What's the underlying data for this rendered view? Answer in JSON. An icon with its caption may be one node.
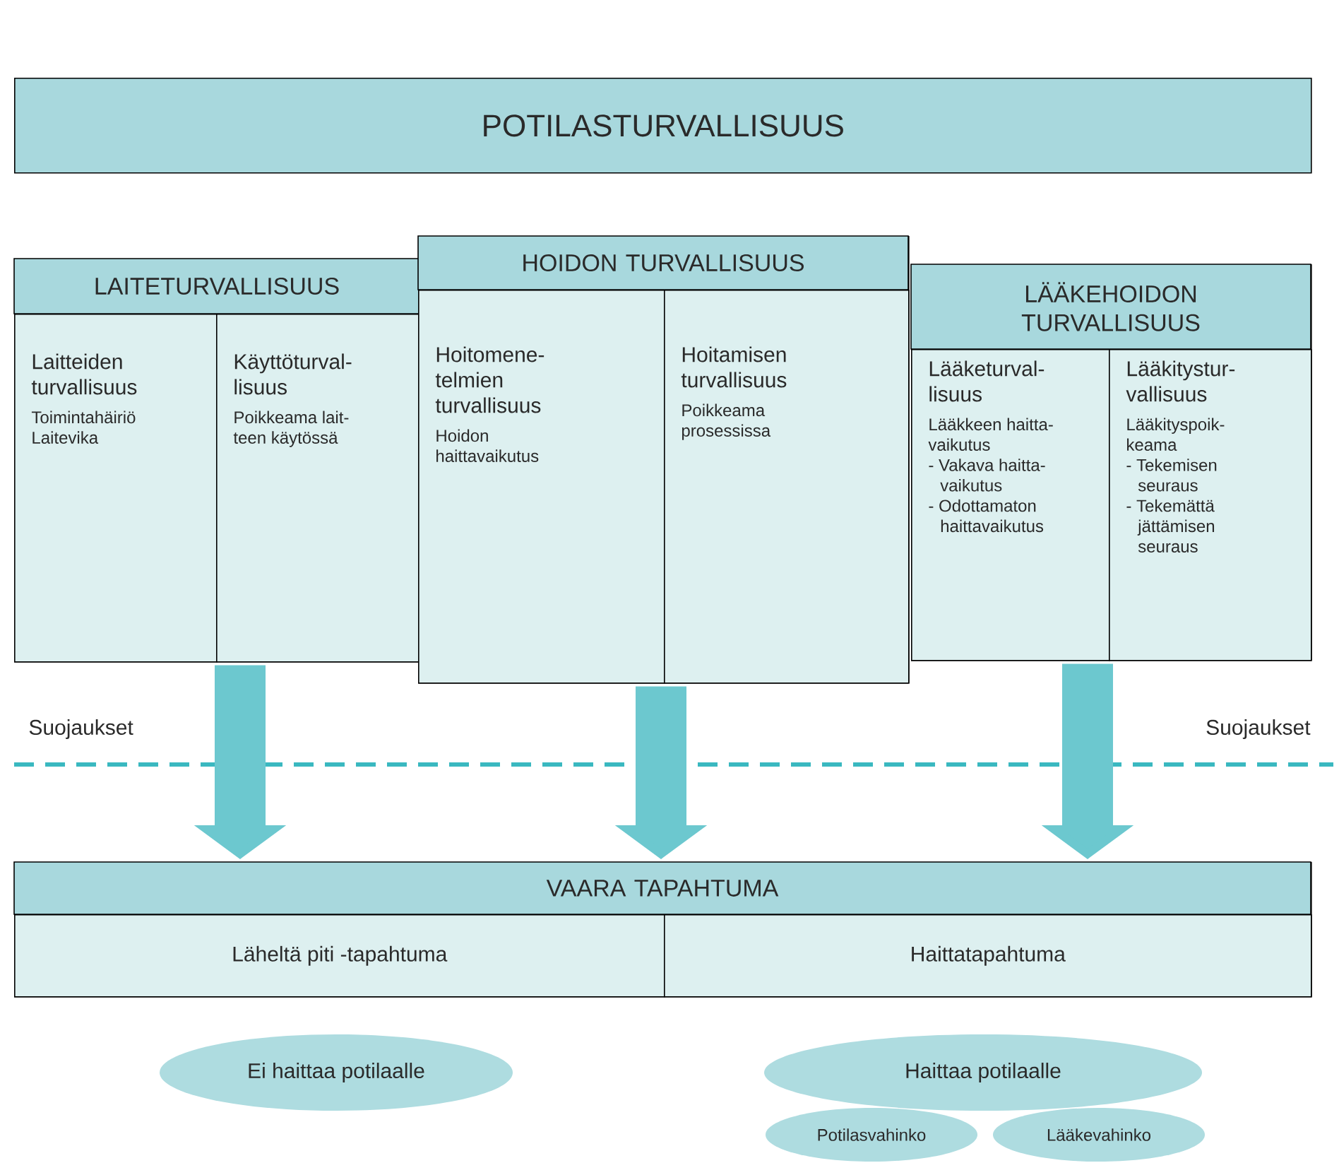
{
  "diagram": {
    "nodes": [
      {
        "text": [
          "POTILASTURVALLISUUS"
        ]
      },
      {
        "text": [
          "LAITETURVALLISUUS"
        ]
      },
      {
        "text": [
          "Laitteiden turvallisuus",
          "Toimintahäiriö Laitevika"
        ],
        "in": 1
      },
      {
        "text": [
          "Käyttöturval- lisuus",
          "Poikkeama lait- teen käytössä"
        ],
        "in": 1
      },
      {
        "text": [
          "HOIDON TURVALLISUUS"
        ]
      },
      {
        "text": [
          "Hoitomene- telmien turvallisuus",
          "Hoidon haittavaikutus"
        ],
        "in": 4
      },
      {
        "text": [
          "Hoitamisen turvallisuus",
          "Poikkeama prosessissa"
        ],
        "in": 4
      },
      {
        "text": [
          "LÄÄKEHOIDON TURVALLISUUS"
        ]
      },
      {
        "text": [
          "Lääketurval- lisuus",
          "Lääkkeen haitta- vaikutus",
          "- Vakava haitta- vaikutus",
          "- Odottamaton haittavaikutus"
        ],
        "in": 7
      },
      {
        "text": [
          "Lääkitystur- vallisuus",
          "Lääkityspoik- keama",
          "- Tekemisen seuraus",
          "- Tekemättä jättämisen seuraus"
        ],
        "in": 7
      },
      {
        "text": [
          "VAARA TAPAHTUMA"
        ]
      },
      {
        "text": [
          "Läheltä piti -tapahtuma"
        ],
        "in": 10
      },
      {
        "text": [
          "Haittatapahtuma"
        ],
        "in": 10
      },
      {
        "text": [
          "Ei haittaa potilaalle"
        ]
      },
      {
        "text": [
          "Haittaa potilaalle"
        ]
      },
      {
        "text": [
          "Potilasvahinko"
        ]
      },
      {
        "text": [
          "Lääkevahinko"
        ]
      }
    ],
    "edges": [
      {
        "from": 1,
        "to": 10,
        "arrow": "to"
      },
      {
        "from": 4,
        "to": 10,
        "arrow": "to"
      },
      {
        "from": 7,
        "to": 10,
        "arrow": "to"
      }
    ],
    "labels": [
      "Suojaukset",
      "Suojaukset"
    ]
  }
}
